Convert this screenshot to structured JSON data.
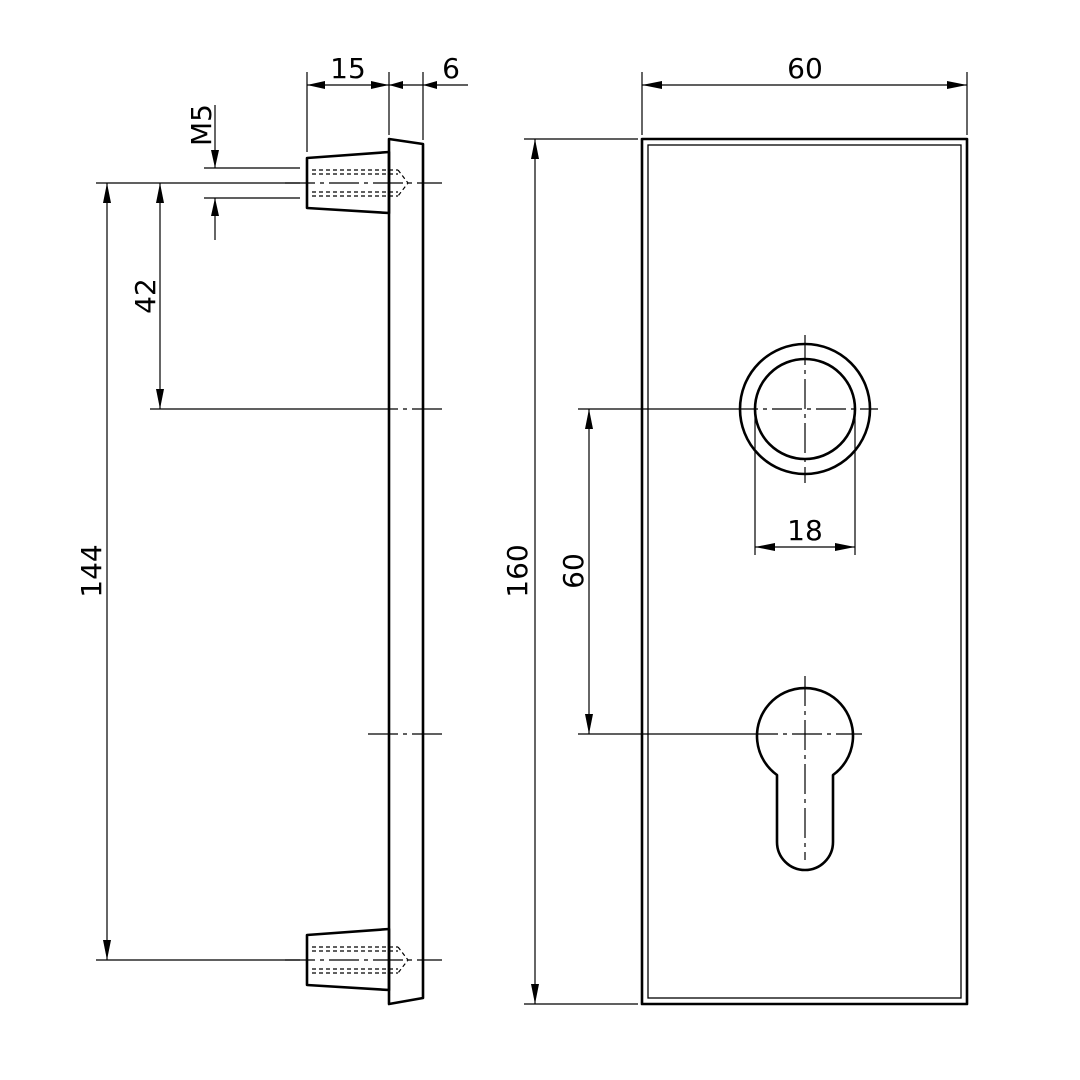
{
  "dimensions": {
    "thread": "M5",
    "screw_length": "15",
    "plate_thickness": "6",
    "offset_to_hole": "42",
    "screw_spacing": "144",
    "plate_height": "160",
    "plate_width": "60",
    "hole_spacing": "60",
    "rosette_diameter": "18"
  }
}
